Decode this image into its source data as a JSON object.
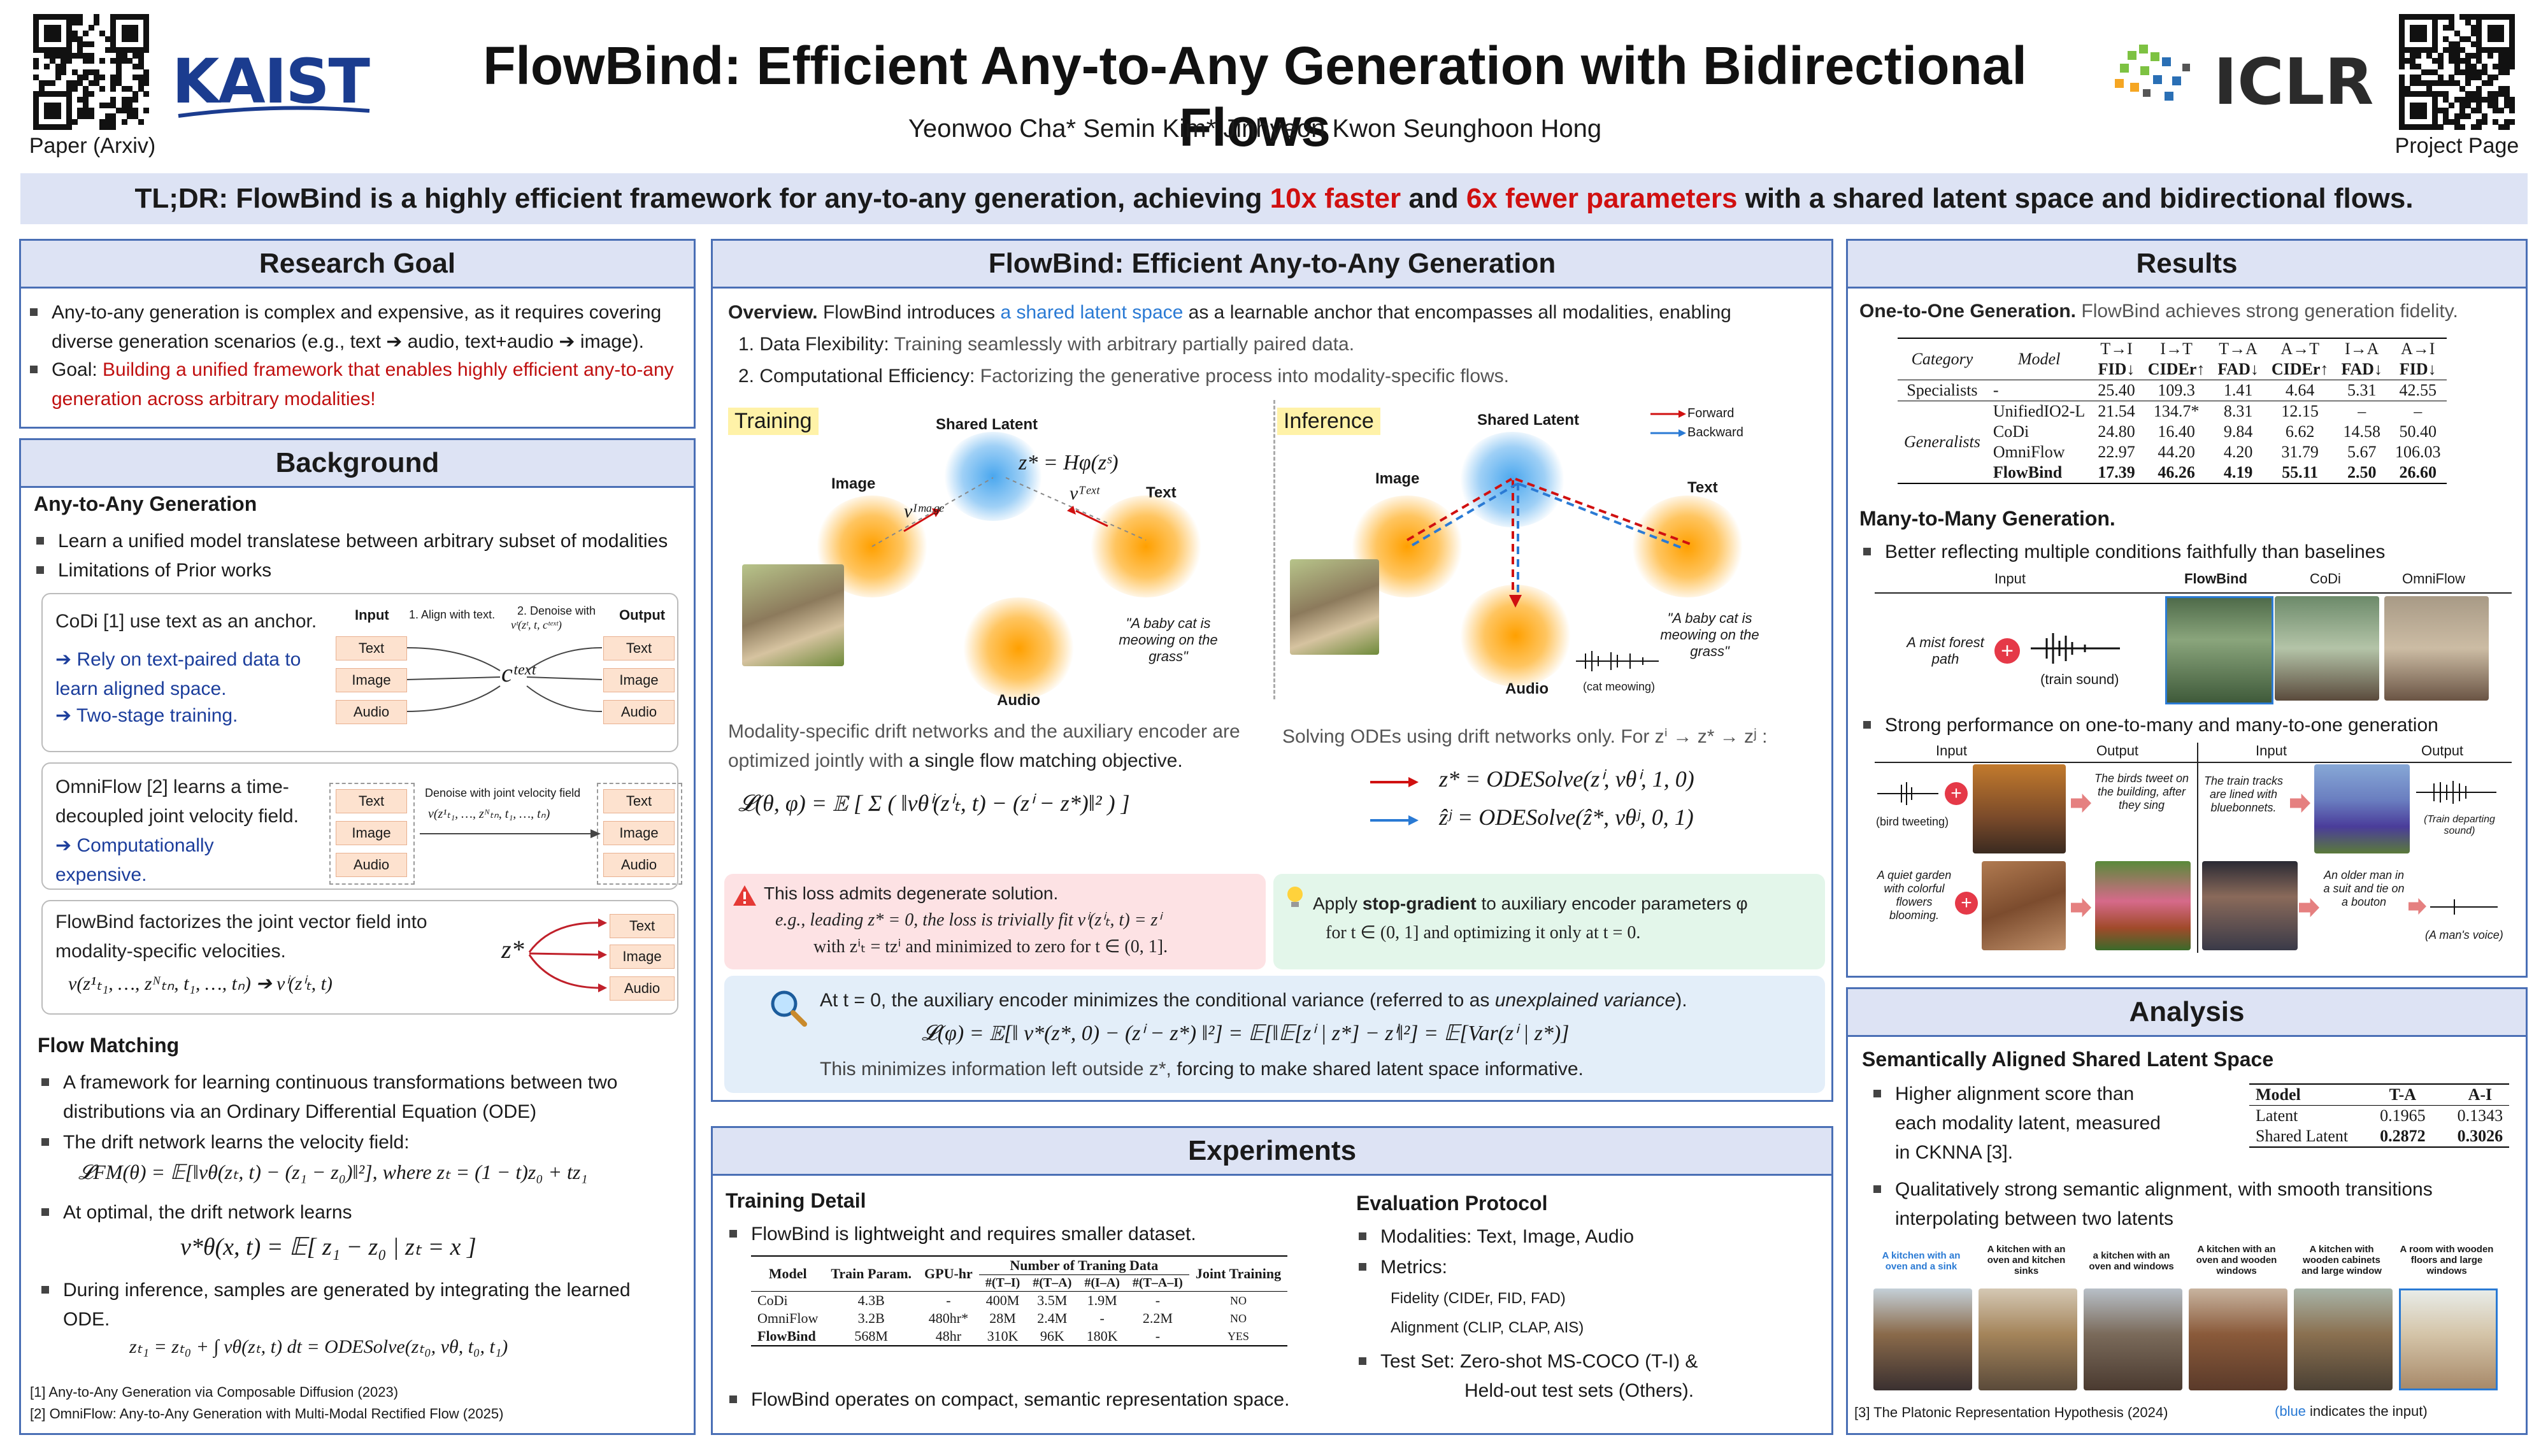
{
  "header": {
    "title": "FlowBind: Efficient Any-to-Any Generation with Bidirectional Flows",
    "authors": "Yeonwoo Cha*  Semin Kim*  Jinhyeon Kwon  Seunghoon Hong",
    "qr_left_caption": "Paper (Arxiv)",
    "qr_right_caption": "Project Page",
    "logo_left": "KAIST",
    "logo_right": "ICLR"
  },
  "tldr": {
    "prefix": "TL;DR: FlowBind is a highly efficient framework for any-to-any generation, achieving ",
    "hl1": "10x faster",
    "mid": " and ",
    "hl2": "6x fewer parameters",
    "suffix": " with a shared latent space and bidirectional flows."
  },
  "research_goal": {
    "title": "Research Goal",
    "b1": "Any-to-any generation is complex and expensive, as it requires covering diverse generation scenarios (e.g., text ➔ audio, text+audio ➔ image).",
    "b2_prefix": "Goal: ",
    "b2_red": "Building a unified framework that enables highly efficient any-to-any generation across arbitrary modalities!"
  },
  "background": {
    "title": "Background",
    "any_to_any_heading": "Any-to-Any Generation",
    "b1": "Learn a unified model translatese between arbitrary subset of modalities",
    "b2": "Limitations of Prior works",
    "codi": {
      "text": "CoDi [1] use text as an anchor.",
      "arrow1": "➔ Rely on text-paired data to learn aligned space.",
      "arrow2": "➔ Two-stage training.",
      "input_label": "Input",
      "output_label": "Output",
      "step1": "1. Align with text.",
      "step2": "2. Denoise with",
      "step2_math": "vᵗ(zᵗ, t, cᵗᵉˣᵗ)",
      "center": "cᵗᵉˣᵗ",
      "chips": [
        "Text",
        "Image",
        "Audio"
      ]
    },
    "omniflow": {
      "text": "OmniFlow [2] learns a time-decoupled joint velocity field.",
      "arrow": "➔ Computationally expensive.",
      "caption": "Denoise with joint velocity field",
      "math": "v(z¹ₜ₁, …, zᴺₜₙ, t₁, …, tₙ)",
      "chips": [
        "Text",
        "Image",
        "Audio"
      ]
    },
    "flowbind": {
      "text": "FlowBind factorizes the joint vector field into modality-specific velocities.",
      "math": "v(z¹ₜ₁, …, zᴺₜₙ, t₁, …, tₙ)  ➔  vⁱ(zⁱₜ, t)",
      "center": "z*",
      "chips": [
        "Text",
        "Image",
        "Audio"
      ]
    },
    "flow_matching_heading": "Flow Matching",
    "fm1": "A framework for learning continuous transformations between two distributions via an Ordinary Differential Equation (ODE)",
    "fm2": "The drift network learns the velocity field:",
    "fm2_eq": "𝓛FM(θ) = 𝔼[‖vθ(zₜ, t) − (z₁ − z₀)‖²],  where zₜ = (1 − t)z₀ + tz₁",
    "fm3": "At optimal, the drift network learns",
    "fm3_eq": "v*θ(x, t)  =  𝔼[ z₁ − z₀ | zₜ = x ]",
    "fm4": "During inference, samples are generated by integrating the learned ODE.",
    "fm4_eq": "zₜ₁ = zₜ₀ + ∫ vθ(zₜ, t) dt = ODESolve(zₜ₀, vθ, t₀, t₁)",
    "ref1": "[1] Any-to-Any Generation via Composable Diffusion (2023)",
    "ref2": "[2] OmniFlow: Any-to-Any Generation with Multi-Modal Rectified Flow (2025)"
  },
  "method": {
    "title": "FlowBind: Efficient Any-to-Any Generation",
    "overview_label": "Overview.",
    "overview_pre": "  FlowBind introduces ",
    "overview_hl": "a shared latent space",
    "overview_post": " as a learnable anchor that encompasses all modalities, enabling",
    "item1_label": "1. Data Flexibility:",
    "item1": " Training seamlessly with arbitrary partially paired data.",
    "item2_label": "2. Computational Efficiency:",
    "item2": " Factorizing the generative process into modality-specific flows.",
    "training_label": "Training",
    "inference_label": "Inference",
    "shared_latent": "Shared Latent",
    "image_label": "Image",
    "text_label": "Text",
    "audio_label": "Audio",
    "z_eq": "z* = Hφ(zˢ)",
    "v_image": "vᴵᵐᵃᵍᵉ",
    "v_text": "vᵀᵉˣᵗ",
    "caption_text": "\"A baby cat is meowing on the grass\"",
    "cat_meowing": "(cat meowing)",
    "legend_forward": "Forward",
    "legend_backward": "Backward",
    "train_desc_pre": "Modality-specific drift networks and the auxiliary encoder are optimized jointly with ",
    "train_desc_hl": "a single flow matching objective.",
    "train_eq": "𝓛(θ, φ) = 𝔼 [ Σ ( ‖vθⁱ(zⁱₜ, t) − (zⁱ − z*)‖² ) ]",
    "infer_desc": "Solving ODEs using drift networks only. For zⁱ → z* → zʲ :",
    "infer_eq1": "z* = ODESolve(zⁱ, vθⁱ, 1, 0)",
    "infer_eq2": "ẑʲ = ODESolve(ẑ*, vθʲ, 0, 1)",
    "warn_title_pre": "This loss admits ",
    "warn_title_hl": "degenerate solution.",
    "warn_l2": "e.g., leading  z* = 0, the loss is trivially fit vⁱ(zⁱₜ, t) = zⁱ",
    "warn_l3": "with  zⁱₜ = tzⁱ and minimized to zero for  t ∈ (0, 1].",
    "tip_pre": "Apply ",
    "tip_hl": "stop-gradient",
    "tip_post": " to auxiliary encoder parameters φ",
    "tip_l2": "for  t ∈ (0, 1] and optimizing it only at  t = 0.",
    "var_l1_pre": "At  t = 0, the auxiliary encoder minimizes the conditional variance (referred to as ",
    "var_l1_it": "unexplained variance",
    "var_l1_post": ").",
    "var_eq": "𝓛(φ) = 𝔼[‖ v*(z*, 0) − (zⁱ − z*) ‖²] = 𝔼[‖𝔼[zⁱ | z*] − zⁱ‖²] = 𝔼[Var(zⁱ | z*)]",
    "var_l3_pre": "This minimizes information left outside  z*, ",
    "var_l3_hl": "forcing to make shared latent space informative."
  },
  "experiments": {
    "title": "Experiments",
    "training_heading": "Training Detail",
    "td1_pre": "FlowBind is ",
    "td1_b1": "lightweight",
    "td1_mid": " and ",
    "td1_b2": "requires smaller dataset",
    "td1_post": ".",
    "td2": "FlowBind operates on compact, semantic representation space.",
    "table_headers": [
      "Model",
      "Train Param.",
      "GPU-hr",
      "Number of Traning Data",
      "Joint Training"
    ],
    "table_sub": [
      "#(T–I)",
      "#(T–A)",
      "#(I–A)",
      "#(T–A–I)"
    ],
    "table_rows": [
      [
        "CoDi",
        "4.3B",
        "-",
        "400M",
        "3.5M",
        "1.9M",
        "-",
        "NO"
      ],
      [
        "OmniFlow",
        "3.2B",
        "480hr*",
        "28M",
        "2.4M",
        "-",
        "2.2M",
        "NO"
      ],
      [
        "FlowBind",
        "568M",
        "48hr",
        "310K",
        "96K",
        "180K",
        "-",
        "YES"
      ]
    ],
    "eval_heading": "Evaluation Protocol",
    "ev1_label": "Modalities:",
    "ev1": " Text, Image, Audio",
    "ev2": "Metrics:",
    "ev2a": "Fidelity (CIDEr, FID, FAD)",
    "ev2b": "Alignment (CLIP, CLAP, AIS)",
    "ev3_label": "Test Set:",
    "ev3": " Zero-shot MS-COCO (T-I) &",
    "ev3b": "Held-out test sets (Others)."
  },
  "results": {
    "title": "Results",
    "o2o_heading": "One-to-One Generation.",
    "o2o_desc": " FlowBind achieves strong generation fidelity.",
    "table_headers": [
      "Category",
      "Model",
      "T→I",
      "I→T",
      "T→A",
      "A→T",
      "I→A",
      "A→I"
    ],
    "table_metrics": [
      "FID↓",
      "CIDEr↑",
      "FAD↓",
      "CIDEr↑",
      "FAD↓",
      "FID↓"
    ],
    "specialists": [
      "Specialists",
      "-",
      "25.40",
      "109.3",
      "1.41",
      "4.64",
      "5.31",
      "42.55"
    ],
    "generalists_label": "Generalists",
    "generalists": [
      [
        "UnifiedIO2-L",
        "21.54",
        "134.7*",
        "8.31",
        "12.15",
        "–",
        "–"
      ],
      [
        "CoDi",
        "24.80",
        "16.40",
        "9.84",
        "6.62",
        "14.58",
        "50.40"
      ],
      [
        "OmniFlow",
        "22.97",
        "44.20",
        "4.20",
        "31.79",
        "5.67",
        "106.03"
      ],
      [
        "FlowBind",
        "17.39",
        "46.26",
        "4.19",
        "55.11",
        "2.50",
        "26.60"
      ]
    ],
    "m2m_heading": "Many-to-Many Generation.",
    "m2m_b1": "Better reflecting multiple conditions faithfully than baselines",
    "m2m_cols": [
      "Input",
      "FlowBind",
      "CoDi",
      "OmniFlow"
    ],
    "m2m_input_text": "A mist forest path",
    "m2m_input_audio": "(train sound)",
    "m2m_b2": "Strong performance on one-to-many and many-to-one generation",
    "grid_headers": [
      "Input",
      "Output",
      "Input",
      "Output"
    ],
    "g_bird": "(bird tweeting)",
    "g_bird_out": "The birds tweet on the building, after they sing",
    "g_train_in": "The train tracks are lined with bluebonnets.",
    "g_train_out": "(Train departing sound)",
    "g_garden": "A quiet garden with colorful flowers blooming.",
    "g_man": "An older man in a suit and tie on a bouton",
    "g_man_voice": "(A man's voice)"
  },
  "analysis": {
    "title": "Analysis",
    "heading": "Semantically Aligned Shared Latent Space",
    "b1": "Higher alignment score than each modality latent, measured in CKNNA [3].",
    "b2": "Qualitatively strong semantic alignment, with smooth transitions interpolating between two latents",
    "table_headers": [
      "Model",
      "T-A",
      "A-I"
    ],
    "rows": [
      [
        "Latent",
        "0.1965",
        "0.1343"
      ],
      [
        "Shared Latent",
        "0.2872",
        "0.3026"
      ]
    ],
    "captions": [
      "A kitchen with an oven and a sink",
      "A kitchen with an oven and kitchen sinks",
      "a kitchen with an oven and windows",
      "A kitchen with an oven and wooden windows",
      "A kitchen with wooden cabinets and large window",
      "A room with wooden floors and large windows"
    ],
    "ref3": "[3] The Platonic Representation Hypothesis (2024)",
    "note_hl": "(blue",
    "note_rest": " indicates the input)"
  },
  "colors": {
    "accent_blue": "#4a6fb5",
    "title_bg": "#dde3f4",
    "highlight_red": "#d01010",
    "kaist_blue": "#1b3c8f",
    "warning_bg": "#fde2e4",
    "tip_bg": "#e3f6ea",
    "variance_bg": "#e3eef9"
  }
}
